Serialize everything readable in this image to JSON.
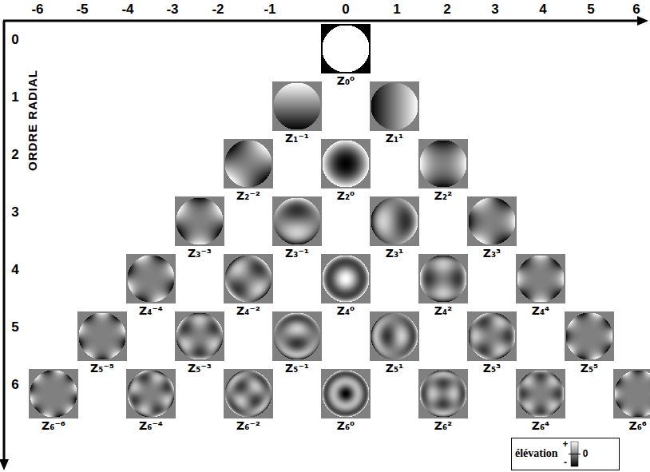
{
  "diagram": {
    "labels": [
      "-6",
      "-5",
      "-4",
      "-3",
      "-2",
      "-1",
      "0",
      "1",
      "2",
      "3",
      "4",
      "5",
      "6",
      "ORDRE RADIAL",
      "0",
      "1",
      "2",
      "3",
      "4",
      "5",
      "6",
      "Z₀⁰",
      "Z₁⁻¹",
      "Z₁¹",
      "Z₂⁻²",
      "Z₂⁰",
      "Z₂²",
      "Z₃⁻³",
      "Z₃⁻¹",
      "Z₃¹",
      "Z₃³",
      "Z₄⁻⁴",
      "Z₄⁻²",
      "Z₄⁰",
      "Z₄²",
      "Z₄⁴",
      "Z₅⁻⁵",
      "Z₅⁻³",
      "Z₅⁻¹",
      "Z₅¹",
      "Z₅³",
      "Z₅⁵",
      "Z₆⁻⁶",
      "Z₆⁻⁴",
      "Z₆⁻²",
      "Z₆⁰",
      "Z₆²",
      "Z₆⁴",
      "Z₆⁶",
      "+",
      "0",
      "-"
    ],
    "legend": [
      {
        "text": "élévation"
      }
    ]
  }
}
